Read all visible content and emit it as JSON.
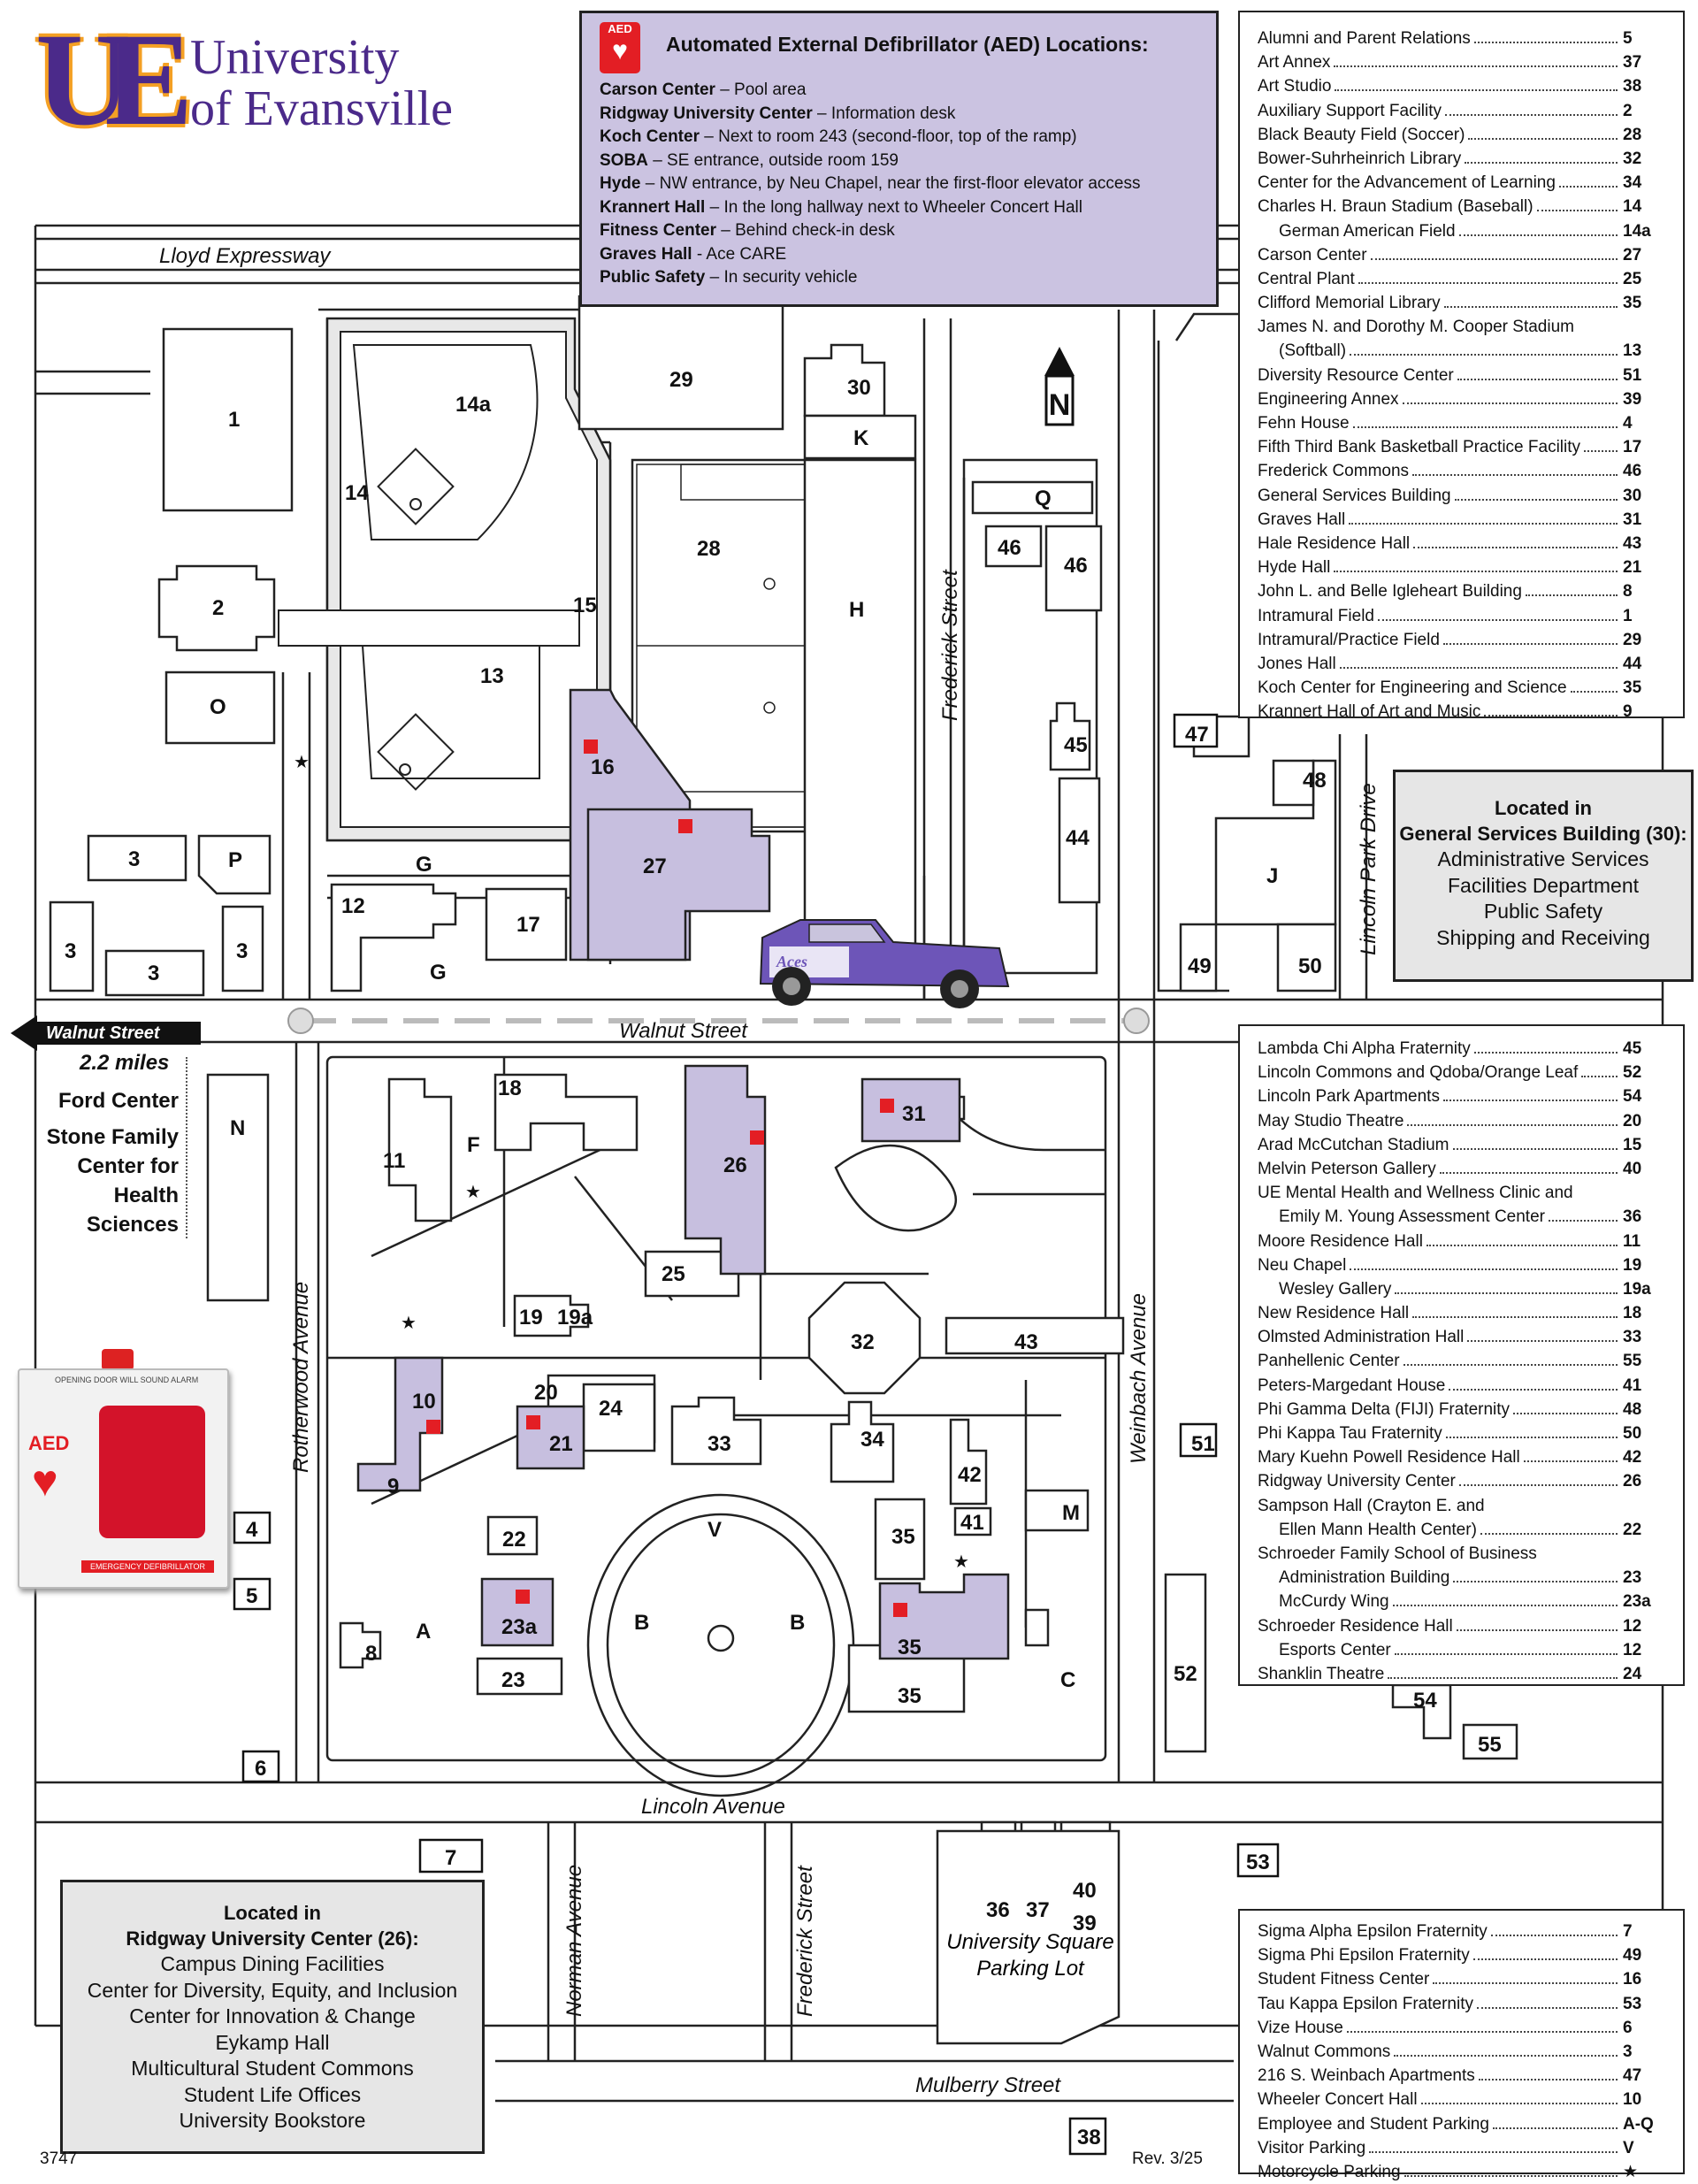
{
  "logo": {
    "monogram": "UE",
    "line1": "University",
    "line2": "of Evansville"
  },
  "aed": {
    "badge": "AED",
    "title": "Automated External Defibrillator (AED) Locations:",
    "locations": [
      {
        "name": "Carson Center",
        "detail": "– Pool area"
      },
      {
        "name": "Ridgway University Center",
        "detail": "– Information desk"
      },
      {
        "name": "Koch Center",
        "detail": "– Next to room 243 (second-floor, top of the ramp)"
      },
      {
        "name": "SOBA",
        "detail": "– SE entrance, outside room 159"
      },
      {
        "name": "Hyde",
        "detail": "– NW entrance, by Neu Chapel, near the first-floor elevator access"
      },
      {
        "name": "Krannert Hall",
        "detail": "– In the long hallway next to Wheeler Concert Hall"
      },
      {
        "name": "Fitness Center",
        "detail": "– Behind check-in desk"
      },
      {
        "name": "Graves Hall",
        "detail": "- Ace CARE"
      },
      {
        "name": "Public Safety",
        "detail": "– In security vehicle"
      }
    ]
  },
  "index1": [
    {
      "name": "Alumni and Parent Relations",
      "num": "5"
    },
    {
      "name": "Art Annex",
      "num": "37"
    },
    {
      "name": "Art Studio",
      "num": "38"
    },
    {
      "name": "Auxiliary Support Facility",
      "num": "2"
    },
    {
      "name": "Black Beauty Field (Soccer)",
      "num": "28"
    },
    {
      "name": "Bower-Suhrheinrich Library",
      "num": "32"
    },
    {
      "name": "Center for the Advancement of Learning",
      "num": "34"
    },
    {
      "name": "Charles H. Braun Stadium (Baseball)",
      "num": "14"
    },
    {
      "name": "German American Field",
      "num": "14a",
      "indent": true
    },
    {
      "name": "Carson Center",
      "num": "27"
    },
    {
      "name": "Central Plant",
      "num": "25"
    },
    {
      "name": "Clifford Memorial Library",
      "num": "35"
    },
    {
      "name": "James N. and Dorothy M. Cooper Stadium",
      "num": "",
      "nodots": true
    },
    {
      "name": "(Softball)",
      "num": "13",
      "indent": true
    },
    {
      "name": "Diversity Resource Center",
      "num": "51"
    },
    {
      "name": "Engineering Annex",
      "num": "39"
    },
    {
      "name": "Fehn House",
      "num": "4"
    },
    {
      "name": "Fifth Third Bank Basketball Practice Facility",
      "num": "17"
    },
    {
      "name": "Frederick Commons",
      "num": "46"
    },
    {
      "name": "General Services Building",
      "num": "30"
    },
    {
      "name": "Graves Hall",
      "num": "31"
    },
    {
      "name": "Hale Residence Hall",
      "num": "43"
    },
    {
      "name": "Hyde Hall",
      "num": "21"
    },
    {
      "name": "John L. and Belle Igleheart Building",
      "num": "8"
    },
    {
      "name": "Intramural Field",
      "num": "1"
    },
    {
      "name": "Intramural/Practice Field",
      "num": "29"
    },
    {
      "name": "Jones Hall",
      "num": "44"
    },
    {
      "name": "Koch Center for Engineering and Science",
      "num": "35"
    },
    {
      "name": "Krannert Hall of Art and Music",
      "num": "9"
    }
  ],
  "index2": [
    {
      "name": "Lambda Chi Alpha Fraternity",
      "num": "45"
    },
    {
      "name": "Lincoln Commons and Qdoba/Orange Leaf",
      "num": "52"
    },
    {
      "name": "Lincoln Park Apartments",
      "num": "54"
    },
    {
      "name": "May Studio Theatre",
      "num": "20"
    },
    {
      "name": "Arad McCutchan Stadium",
      "num": "15"
    },
    {
      "name": "Melvin Peterson Gallery",
      "num": "40"
    },
    {
      "name": "UE Mental Health and Wellness Clinic and",
      "num": "",
      "nodots": true
    },
    {
      "name": "Emily M. Young Assessment Center",
      "num": "36",
      "indent": true
    },
    {
      "name": "Moore Residence Hall",
      "num": "11"
    },
    {
      "name": "Neu Chapel",
      "num": "19"
    },
    {
      "name": "Wesley Gallery",
      "num": "19a",
      "indent": true
    },
    {
      "name": "New Residence Hall",
      "num": "18"
    },
    {
      "name": "Olmsted Administration Hall",
      "num": "33"
    },
    {
      "name": "Panhellenic Center",
      "num": "55"
    },
    {
      "name": "Peters-Margedant House",
      "num": "41"
    },
    {
      "name": "Phi Gamma Delta (FIJI) Fraternity",
      "num": "48"
    },
    {
      "name": "Phi Kappa Tau Fraternity",
      "num": "50"
    },
    {
      "name": "Mary Kuehn Powell Residence Hall",
      "num": "42"
    },
    {
      "name": "Ridgway University Center",
      "num": "26"
    },
    {
      "name": "Sampson Hall (Crayton E. and",
      "num": "",
      "nodots": true
    },
    {
      "name": "Ellen Mann Health Center)",
      "num": "22",
      "indent": true
    },
    {
      "name": "Schroeder Family School of Business",
      "num": "",
      "nodots": true
    },
    {
      "name": "Administration Building",
      "num": "23",
      "indent": true
    },
    {
      "name": "McCurdy Wing",
      "num": "23a",
      "indent": true
    },
    {
      "name": "Schroeder Residence Hall",
      "num": "12"
    },
    {
      "name": "Esports Center",
      "num": "12",
      "indent": true
    },
    {
      "name": "Shanklin Theatre",
      "num": "24"
    }
  ],
  "index3": [
    {
      "name": "Sigma Alpha Epsilon Fraternity",
      "num": "7"
    },
    {
      "name": "Sigma Phi Epsilon Fraternity",
      "num": "49"
    },
    {
      "name": "Student Fitness Center",
      "num": "16"
    },
    {
      "name": "Tau Kappa Epsilon Fraternity",
      "num": "53"
    },
    {
      "name": "Vize House",
      "num": "6"
    },
    {
      "name": "Walnut Commons",
      "num": "3"
    },
    {
      "name": "216 S. Weinbach Apartments",
      "num": "47"
    },
    {
      "name": "Wheeler Concert Hall",
      "num": "10"
    },
    {
      "name": "Employee and Student Parking",
      "num": "A-Q"
    },
    {
      "name": "Visitor Parking",
      "num": "V"
    },
    {
      "name": "Motorcycle Parking",
      "num": "★"
    }
  ],
  "gsb_box": {
    "title1": "Located in",
    "title2": "General Services Building (30):",
    "items": [
      "Administrative Services",
      "Facilities Department",
      "Public Safety",
      "Shipping and Receiving"
    ]
  },
  "ridgway_box": {
    "title1": "Located in",
    "title2": "Ridgway University Center (26):",
    "items": [
      "Campus Dining Facilities",
      "Center for Diversity, Equity, and Inclusion",
      "Center for Innovation & Change",
      "Eykamp Hall",
      "Multicultural Student Commons",
      "Student Life Offices",
      "University Bookstore"
    ]
  },
  "streets": {
    "lloyd": "Lloyd Expressway",
    "walnut": "Walnut Street",
    "walnut_arrow": "Walnut Street",
    "lincoln": "Lincoln Avenue",
    "mulberry": "Mulberry Street",
    "frederick_n": "Frederick Street",
    "frederick_s": "Frederick Street",
    "rotherwood": "Rotherwood Avenue",
    "weinbach": "Weinbach Avenue",
    "norman": "Norman Avenue",
    "lincoln_park": "Lincoln Park Drive"
  },
  "offsite": {
    "distance": "2.2 miles",
    "line1": "Ford Center",
    "line2": "Stone Family",
    "line3": "Center for",
    "line4": "Health",
    "line5": "Sciences"
  },
  "parking_lot": {
    "line1": "University Square",
    "line2": "Parking Lot"
  },
  "north": "N",
  "aed_cabinet": {
    "label": "AED",
    "alarm": "OPENING DOOR WILL SOUND ALARM",
    "sign": "EMERGENCY DEFIBRILLATOR"
  },
  "truck": {
    "brand": "Aces"
  },
  "footer": {
    "code": "3747",
    "rev": "Rev. 3/25"
  },
  "colors": {
    "brand_purple": "#4b2a8a",
    "brand_orange": "#f4a024",
    "highlight_building": "#c7bfdf",
    "aed_marker": "#e31e24",
    "road_fill": "#ffffff",
    "land": "#ffffff"
  }
}
